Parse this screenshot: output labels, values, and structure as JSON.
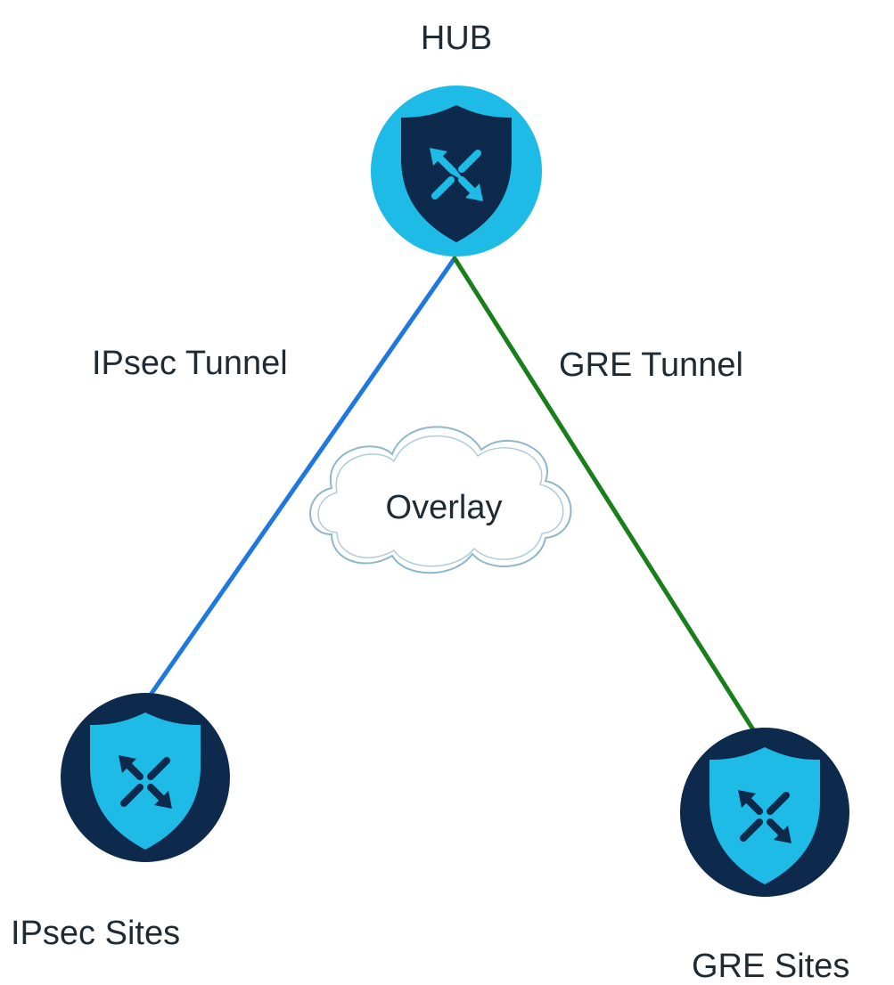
{
  "labels": {
    "hub": "HUB",
    "ipsec_tunnel": "IPsec Tunnel",
    "gre_tunnel": "GRE Tunnel",
    "overlay": "Overlay",
    "ipsec_sites": "IPsec Sites",
    "gre_sites": "GRE Sites"
  },
  "colors": {
    "ipsec_link": "#1f78e0",
    "gre_link": "#1a7f1a",
    "hub_circle": "#1ebbe6",
    "site_circle": "#0d2a4d",
    "shield_dark": "#0d2a4d",
    "shield_light": "#1ebbe6",
    "cloud_stroke": "#8fb7cc",
    "text": "#1f2a33"
  },
  "icons": {
    "hub": "firewall-shield-icon",
    "ipsec_site": "firewall-shield-icon",
    "gre_site": "firewall-shield-icon",
    "overlay": "cloud-icon"
  }
}
